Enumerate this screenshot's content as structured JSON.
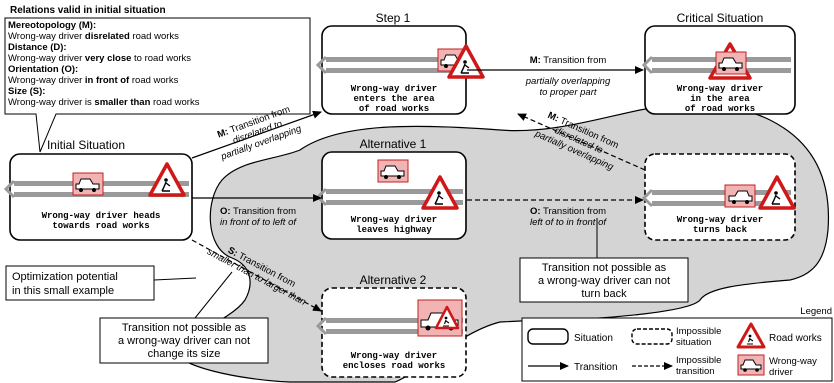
{
  "relations_title": "Relations valid in initial situation",
  "relations": [
    {
      "label": "Mereotopology (M):",
      "pre": "Wrong-way driver ",
      "bold": "disrelated",
      "post": " road works"
    },
    {
      "label": "Distance (D):",
      "pre": "Wrong-way driver ",
      "bold": "very close",
      "post": " to road works"
    },
    {
      "label": "Orientation (O):",
      "pre": "Wrong-way driver ",
      "bold": "in front of",
      "post": " road works"
    },
    {
      "label": "Size (S):",
      "pre": "Wrong-way driver is ",
      "bold": "smaller than",
      "post": " road works"
    }
  ],
  "titles": {
    "initial": "Initial Situation",
    "step1": "Step 1",
    "critical": "Critical Situation",
    "alt1": "Alternative 1",
    "alt2": "Alternative 2"
  },
  "captions": {
    "initial": [
      "Wrong-way driver heads",
      "towards road works"
    ],
    "step1": [
      "Wrong-way driver",
      "enters the area",
      "of road works"
    ],
    "critical": [
      "Wrong-way driver",
      "in the area",
      "of road works"
    ],
    "alt1": [
      "Wrong-way driver",
      "leaves highway"
    ],
    "turn": [
      "Wrong-way driver",
      "turns back"
    ],
    "alt2": [
      "Wrong-way driver",
      "encloses road works"
    ]
  },
  "transitions": {
    "m1": {
      "key": "M:",
      "l1": " Transition from",
      "l2": "disrelated to",
      "l3": "partially overlapping"
    },
    "m2": {
      "key": "M:",
      "l1": " Transition from",
      "l2": "partially overlapping",
      "l3": "to proper part"
    },
    "m3": {
      "key": "M:",
      "l1": " Transition from",
      "l2": "disrelated to",
      "l3": "partially overlapping"
    },
    "o1": {
      "key": "O:",
      "l1": " Transition from",
      "l2": "in front of to left of"
    },
    "o2": {
      "key": "O:",
      "l1": " Transition from",
      "l2": "left of to in front of"
    },
    "s1": {
      "key": "S:",
      "l1": " Transition from",
      "l2": "smaller than to larger than"
    }
  },
  "notes": {
    "no_turn": [
      "Transition not possible as",
      "a wrong-way driver can not",
      "turn back"
    ],
    "no_size": [
      "Transition not possible as",
      "a wrong-way driver can not",
      "change its size"
    ],
    "optimization": [
      "Optimization potential",
      "in this small example"
    ]
  },
  "legend": {
    "title": "Legend",
    "situation": "Situation",
    "impossible_situation": [
      "Impossible",
      "situation"
    ],
    "road_works": "Road works",
    "transition": "Transition",
    "impossible_transition": [
      "Impossible",
      "transition"
    ],
    "wrong_way_driver": [
      "Wrong-way",
      "driver"
    ]
  },
  "colors": {
    "region": "#d4d4d4",
    "driver_fill": "#f1b3b3",
    "driver_border": "#c02020",
    "sign_red": "#d01818",
    "road": "#9a9a9a"
  }
}
